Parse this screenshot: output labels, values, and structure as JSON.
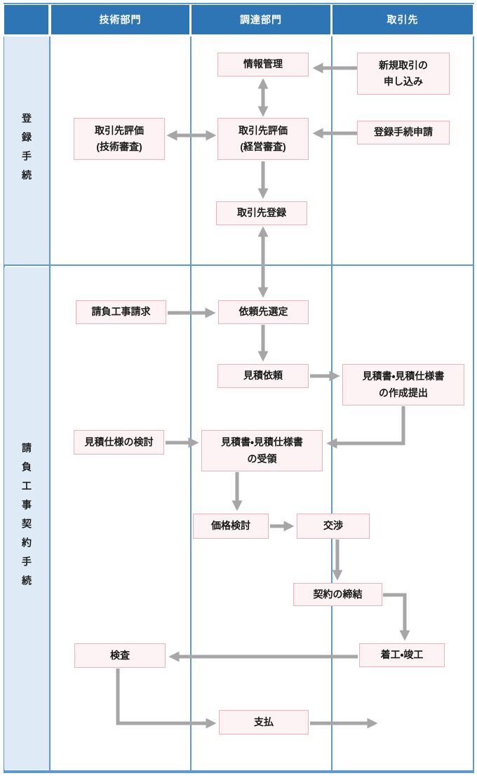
{
  "lanes": [
    "技術部門",
    "調達部門",
    "取引先"
  ],
  "row_labels": [
    "登録手続",
    "請負工事契約手続"
  ],
  "nodes": [
    {
      "id": "info-mgmt",
      "label": "情報管理"
    },
    {
      "id": "new-deal-application",
      "label": "新規取引の\n申し込み"
    },
    {
      "id": "supplier-eval-technical",
      "label": "取引先評価\n(技術審査)"
    },
    {
      "id": "supplier-eval-management",
      "label": "取引先評価\n(経営審査)"
    },
    {
      "id": "registration-application",
      "label": "登録手続申請"
    },
    {
      "id": "supplier-registration",
      "label": "取引先登録"
    },
    {
      "id": "contractor-selection",
      "label": "依頼先選定"
    },
    {
      "id": "work-request",
      "label": "請負工事請求"
    },
    {
      "id": "estimate-request",
      "label": "見積依頼"
    },
    {
      "id": "estimate-preparation",
      "label": "見積書・見積仕様書\nの作成提出"
    },
    {
      "id": "estimate-spec-review",
      "label": "見積仕様の検討"
    },
    {
      "id": "estimate-receipt",
      "label": "見積書・見積仕様書\nの受領"
    },
    {
      "id": "price-review",
      "label": "価格検討"
    },
    {
      "id": "negotiation",
      "label": "交渉"
    },
    {
      "id": "contract-conclusion",
      "label": "契約の締結"
    },
    {
      "id": "construction",
      "label": "着工・竣工"
    },
    {
      "id": "inspection",
      "label": "検査"
    },
    {
      "id": "payment",
      "label": "支払"
    }
  ],
  "colors": {
    "header_blue": "#2E75B6",
    "grid_blue": "#5B9BD5",
    "row_label_bg": "#DEEBF7",
    "node_fill": "#FDF3F5",
    "node_border": "#F2AFBC",
    "arrow_gray": "#A6A6A6",
    "header_text": "#FFFFFF",
    "node_text": "#1A1A1A"
  }
}
